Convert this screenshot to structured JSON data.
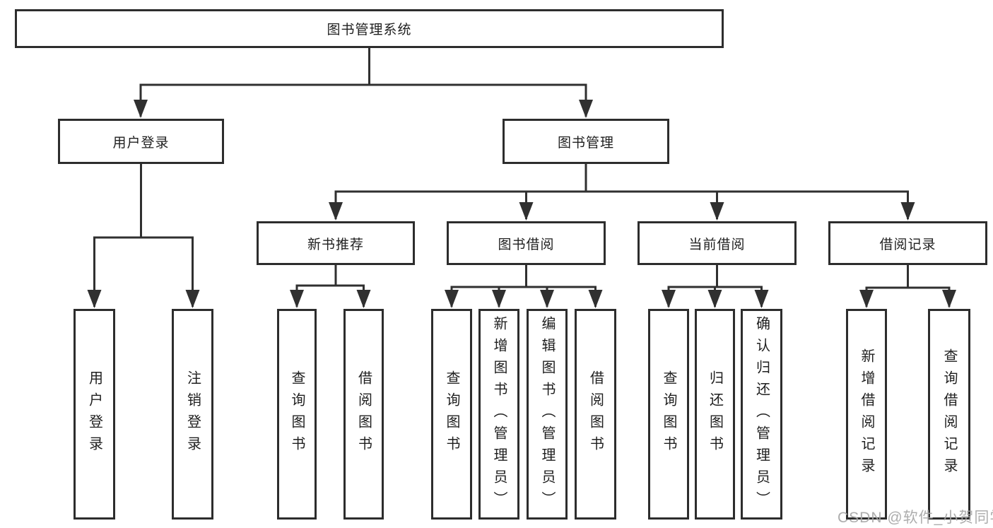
{
  "diagram": {
    "type": "tree-structure-diagram",
    "colors": {
      "background": "#ffffff",
      "line": "#303030",
      "box_border": "#2d2d2d",
      "text": "#1f1f1f",
      "watermark_text_color": "#a6a6a6"
    },
    "watermark": "CSDN @软件_小贺同学",
    "tree": {
      "label": "图书管理系统",
      "children": [
        {
          "label": "用户登录",
          "children": [
            {
              "label": "用户登录"
            },
            {
              "label": "注销登录"
            }
          ]
        },
        {
          "label": "图书管理",
          "children": [
            {
              "label": "新书推荐",
              "children": [
                {
                  "label": "查询图书"
                },
                {
                  "label": "借阅图书"
                }
              ]
            },
            {
              "label": "图书借阅",
              "children": [
                {
                  "label": "查询图书"
                },
                {
                  "label": "新增图书（管理员）"
                },
                {
                  "label": "编辑图书（管理员）"
                },
                {
                  "label": "借阅图书"
                }
              ]
            },
            {
              "label": "当前借阅",
              "children": [
                {
                  "label": "查询图书"
                },
                {
                  "label": "归还图书"
                },
                {
                  "label": "确认归还（管理员）"
                }
              ]
            },
            {
              "label": "借阅记录",
              "children": [
                {
                  "label": "新增借阅记录"
                },
                {
                  "label": "查询借阅记录"
                }
              ]
            }
          ]
        }
      ]
    }
  }
}
